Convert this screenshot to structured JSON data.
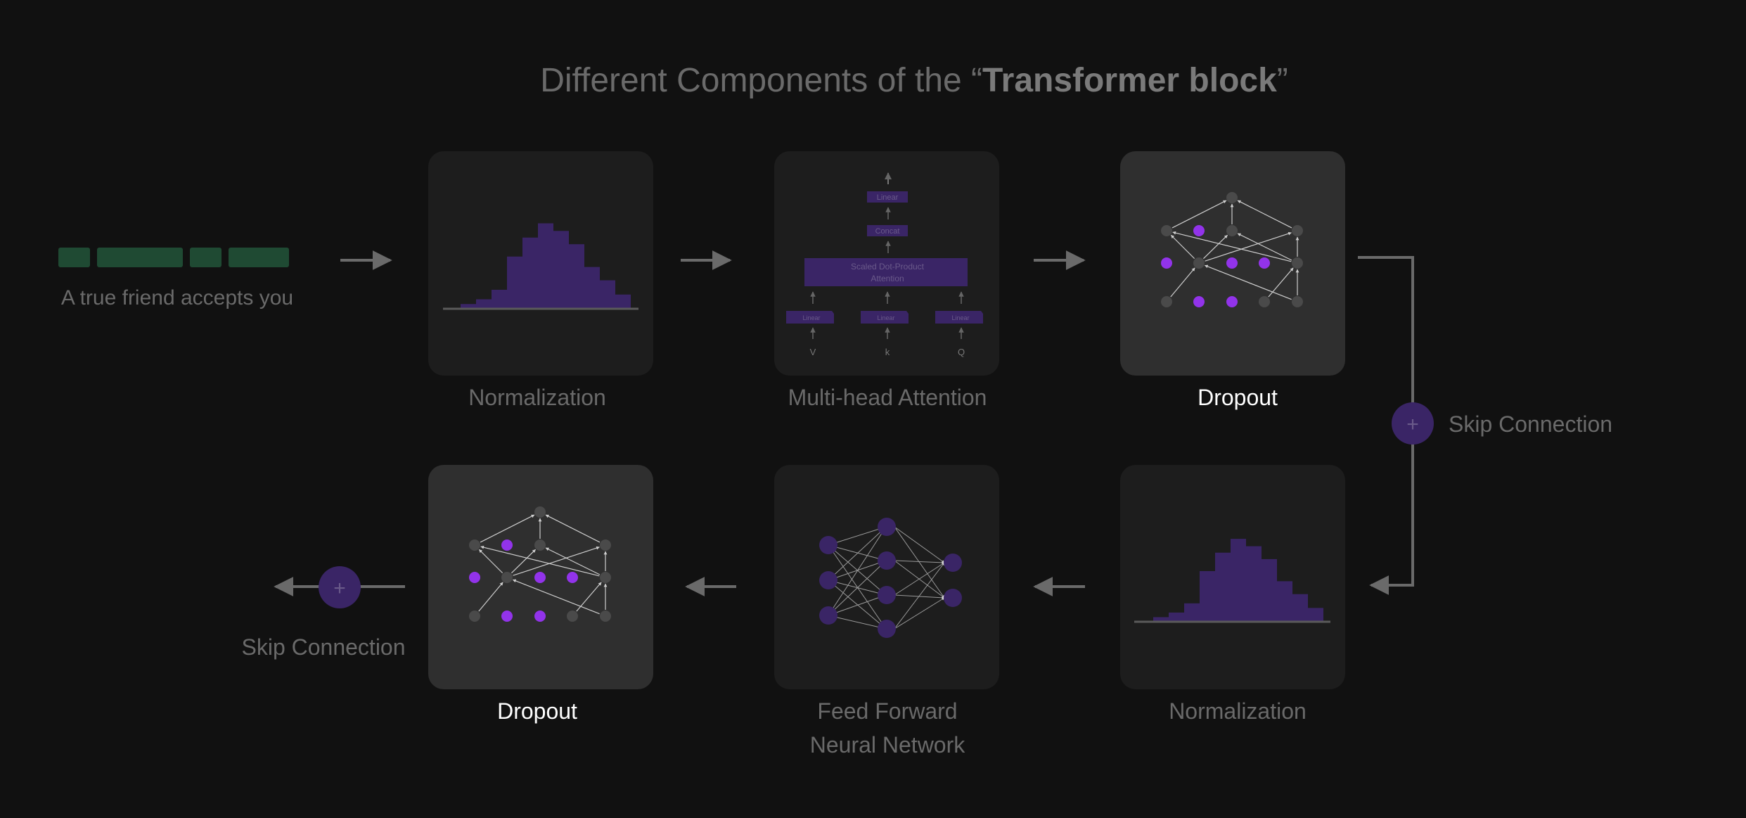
{
  "title": {
    "prefix": "Different Components of the “",
    "bold": "Transformer block",
    "suffix": "”"
  },
  "input_sentence": "A true friend accepts you",
  "colors": {
    "background": "#111111",
    "card": "#1d1d1d",
    "card_active": "#2f2f2f",
    "purple": "#3a2566",
    "purple_bright": "#9233ea",
    "token_green": "#1f4a33",
    "label_muted": "#6a6a6a",
    "label_active": "#ffffff",
    "arrow": "#6a6a6a"
  },
  "components": {
    "norm1": "Normalization",
    "mha": "Multi-head Attention",
    "dropout1": "Dropout",
    "norm2": "Normalization",
    "ffn_line1": "Feed Forward",
    "ffn_line2": "Neural Network",
    "dropout2": "Dropout"
  },
  "skip_connection_right": "Skip Connection",
  "skip_connection_left": "Skip Connection",
  "plus_symbol": "+",
  "attention": {
    "linear_top": "Linear",
    "concat": "Concat",
    "sdpa_line1": "Scaled Dot-Product",
    "sdpa_line2": "Attention",
    "linear_v": "Linear",
    "linear_k": "Linear",
    "linear_q": "Linear",
    "input_v": "V",
    "input_k": "k",
    "input_q": "Q"
  },
  "histogram_levels": [
    0.05,
    0.1,
    0.2,
    0.55,
    0.75,
    0.9,
    0.82,
    0.68,
    0.44,
    0.3,
    0.15
  ]
}
